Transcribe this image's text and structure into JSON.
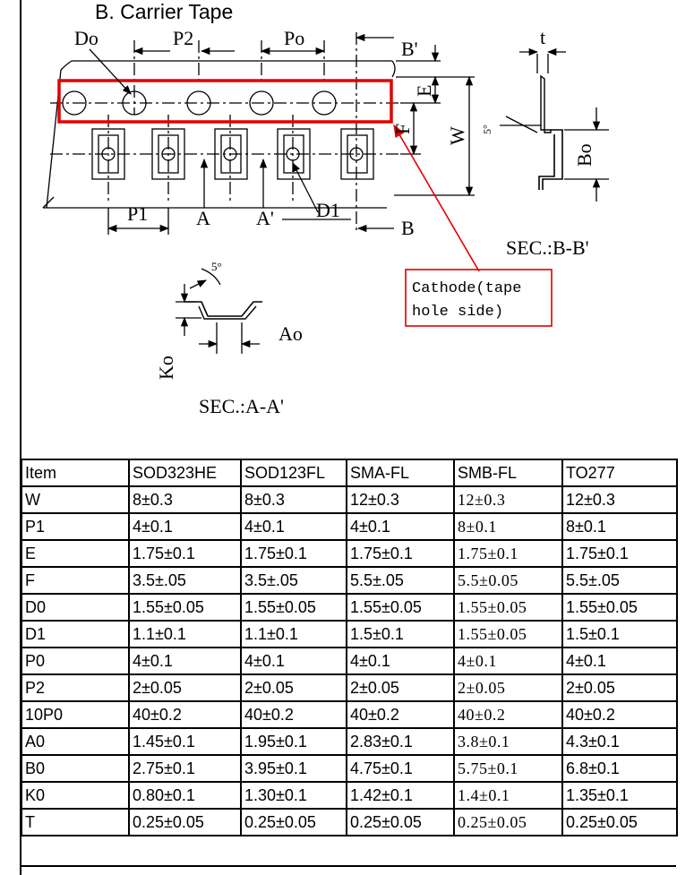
{
  "section_title": "B. Carrier Tape",
  "diagram_labels": {
    "do": "Do",
    "p2": "P2",
    "po": "Po",
    "b_prime": "B'",
    "e": "E",
    "f": "F",
    "w": "W",
    "p1": "P1",
    "a": "A",
    "a_prime": "A'",
    "d1": "D1",
    "b": "B",
    "t": "t",
    "bo": "Bo",
    "angle_b": "5°",
    "angle_a": "5°",
    "ao": "Ao",
    "ko": "Ko",
    "sec_bb": "SEC.:B-B'",
    "sec_aa": "SEC.:A-A'"
  },
  "callout": {
    "line1": "Cathode(tape",
    "line2": "hole side)",
    "color": "#e00000"
  },
  "table": {
    "headers": [
      "Item",
      "SOD323HE",
      "SOD123FL",
      "SMA-FL",
      "SMB-FL",
      "TO277"
    ],
    "rows": [
      [
        "W",
        "8±0.3",
        "8±0.3",
        "12±0.3",
        "12±0.3",
        "12±0.3"
      ],
      [
        "P1",
        "4±0.1",
        "4±0.1",
        "4±0.1",
        "8±0.1",
        "8±0.1"
      ],
      [
        "E",
        "1.75±0.1",
        "1.75±0.1",
        "1.75±0.1",
        "1.75±0.1",
        "1.75±0.1"
      ],
      [
        "F",
        "3.5±.05",
        "3.5±.05",
        "5.5±.05",
        "5.5±0.05",
        "5.5±.05"
      ],
      [
        "D0",
        "1.55±0.05",
        "1.55±0.05",
        "1.55±0.05",
        "1.55±0.05",
        "1.55±0.05"
      ],
      [
        "D1",
        "1.1±0.1",
        "1.1±0.1",
        "1.5±0.1",
        "1.55±0.05",
        "1.5±0.1"
      ],
      [
        "P0",
        "4±0.1",
        "4±0.1",
        "4±0.1",
        "4±0.1",
        "4±0.1"
      ],
      [
        "P2",
        "2±0.05",
        "2±0.05",
        "2±0.05",
        "2±0.05",
        "2±0.05"
      ],
      [
        "10P0",
        "40±0.2",
        "40±0.2",
        "40±0.2",
        "40±0.2",
        "40±0.2"
      ],
      [
        "A0",
        "1.45±0.1",
        "1.95±0.1",
        "2.83±0.1",
        "3.8±0.1",
        "4.3±0.1"
      ],
      [
        "B0",
        "2.75±0.1",
        "3.95±0.1",
        "4.75±0.1",
        "5.75±0.1",
        "6.8±0.1"
      ],
      [
        "K0",
        "0.80±0.1",
        "1.30±0.1",
        "1.42±0.1",
        "1.4±0.1",
        "1.35±0.1"
      ],
      [
        "T",
        "0.25±0.05",
        "0.25±0.05",
        "0.25±0.05",
        "0.25±0.05",
        "0.25±0.05"
      ]
    ]
  }
}
